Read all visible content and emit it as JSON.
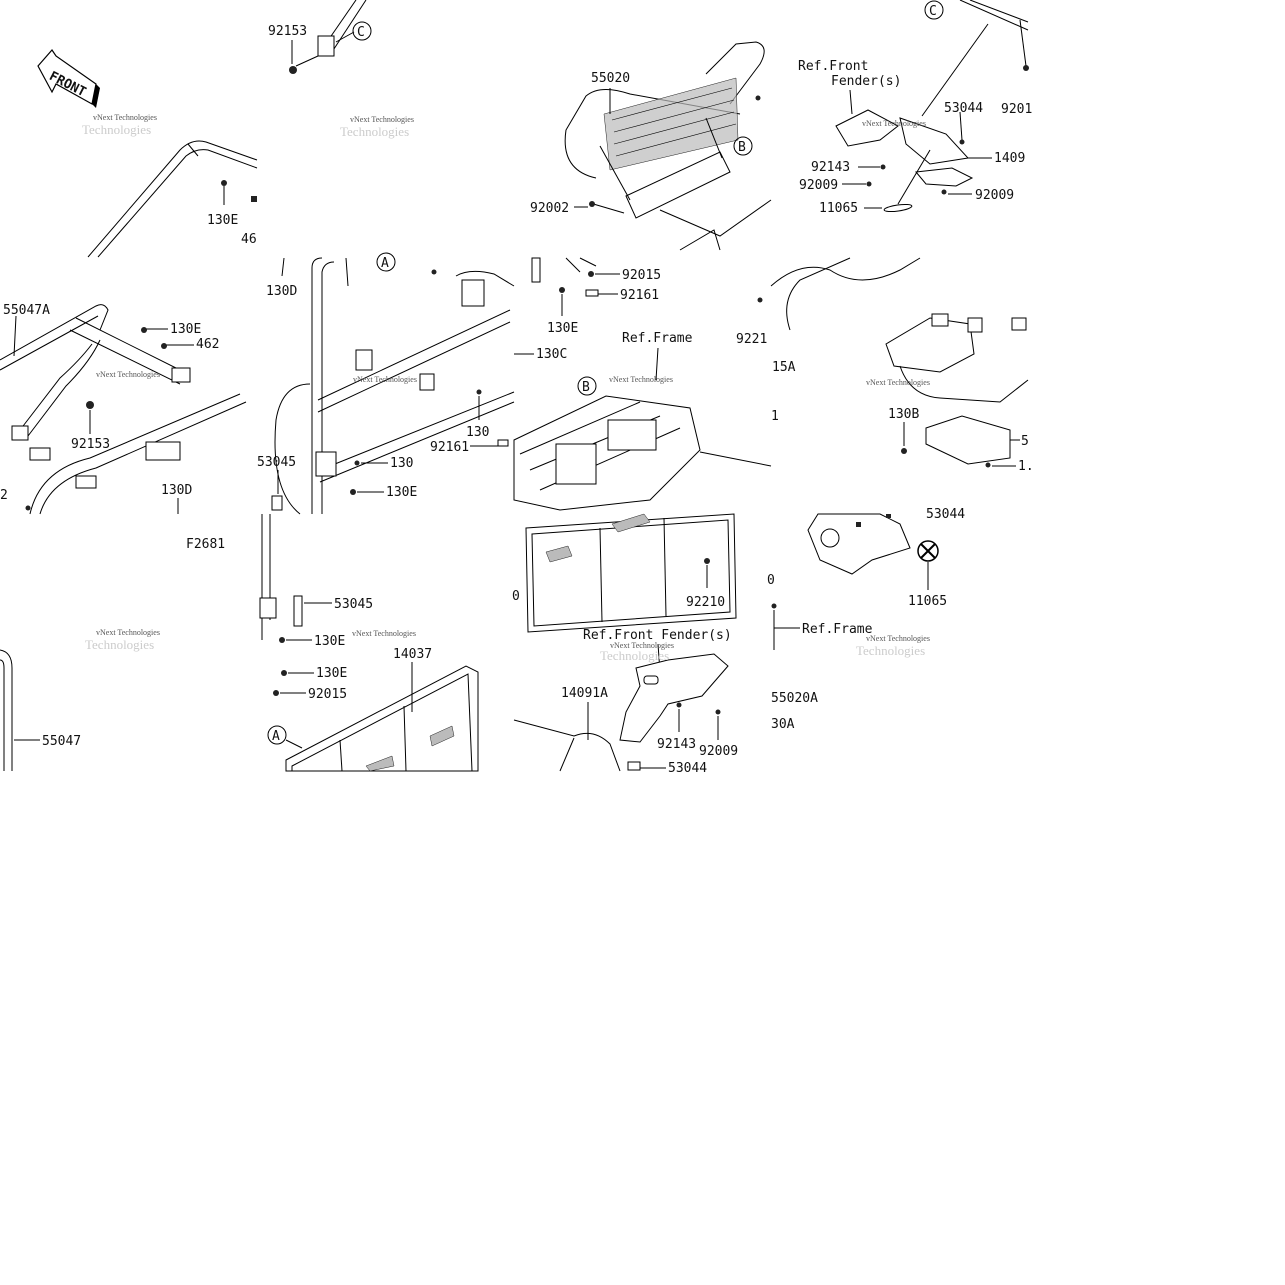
{
  "diagram": {
    "front_badge": "FRONT",
    "figure_code": "F2681",
    "watermark": {
      "line1": "vNext Technologies",
      "line2": "Technologies"
    },
    "callouts": {
      "A": "A",
      "B": "B",
      "C": "C"
    },
    "labels": {
      "t1_130E": "130E",
      "t1_46": "46",
      "t2_92153": "92153",
      "t3_55020": "55020",
      "t3_92002": "92002",
      "t4_ref_front_1": "Ref.Front",
      "t4_ref_front_2": "Fender(s)",
      "t4_53044": "53044",
      "t4_92143": "92143",
      "t4_92009a": "92009",
      "t4_1409": "1409",
      "t4_92009b": "92009",
      "t4_11065": "11065",
      "t4_9201": "9201",
      "t5_55047A": "55047A",
      "t5_130E": "130E",
      "t5_462": "462",
      "t5_92153": "92153",
      "t5_130D": "130D",
      "t5_2": "2",
      "t6_130D": "130D",
      "t6_130C": "130C",
      "t6_130": "130",
      "t6_92161": "92161",
      "t6_53045": "53045",
      "t6_130b": "130",
      "t6_130E": "130E",
      "t7_92015": "92015",
      "t7_92161": "92161",
      "t7_130E": "130E",
      "t7_ref_frame": "Ref.Frame",
      "t7_92210": "92210",
      "t8_9221": "9221",
      "t8_15A": "15A",
      "t8_1": "1",
      "t8_130B": "130B",
      "t8_5": "5",
      "t8_1b": "1.",
      "t9_55047": "55047",
      "t10_53045": "53045",
      "t10_130Ea": "130E",
      "t10_130Eb": "130E",
      "t10_92015": "92015",
      "t10_14037": "14037",
      "t11_ref_front": "Ref.Front Fender(s)",
      "t11_14091A": "14091A",
      "t11_92143": "92143",
      "t11_92009": "92009",
      "t11_53044": "53044",
      "t11_0": "0",
      "t12_53044": "53044",
      "t12_11065": "11065",
      "t12_ref_frame": "Ref.Frame",
      "t12_55020A": "55020A",
      "t12_30A": "30A",
      "t12_0": "0"
    }
  }
}
